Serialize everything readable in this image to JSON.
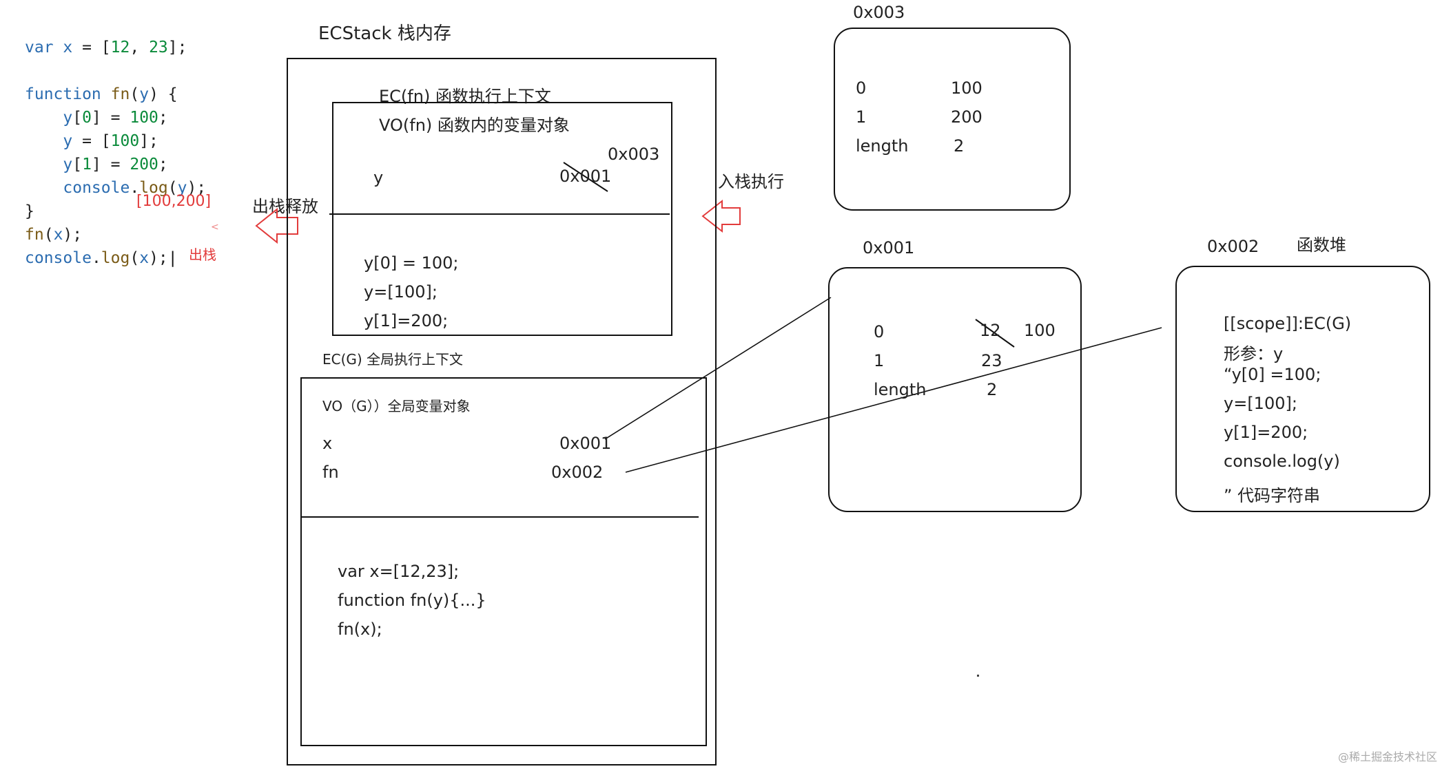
{
  "code": {
    "line1": {
      "kw": "var",
      "name": "x",
      "eq": " = [",
      "n1": "12",
      "sep": ", ",
      "n2": "23",
      "end": "];"
    },
    "line2": {
      "kw": "function",
      "name": "fn",
      "open": "(",
      "param": "y",
      "close": ") {"
    },
    "line3": {
      "obj": "y",
      "rest": "[",
      "idx": "0",
      "mid": "] = ",
      "val": "100",
      "end": ";"
    },
    "line4": {
      "obj": "y",
      "mid": " = [",
      "val": "100",
      "end": "];"
    },
    "line5": {
      "obj": "y",
      "rest": "[",
      "idx": "1",
      "mid": "] = ",
      "val": "200",
      "end": ";"
    },
    "line6": {
      "obj": "console",
      "dot": ".",
      "method": "log",
      "open": "(",
      "arg": "y",
      "close": ");"
    },
    "line6_note": "[100,200]",
    "line7": "}",
    "line8": {
      "name": "fn",
      "open": "(",
      "arg": "x",
      "close": ");"
    },
    "line9": {
      "obj": "console",
      "dot": ".",
      "method": "log",
      "open": "(",
      "arg": "x",
      "close": ");"
    },
    "line9_note": "出栈"
  },
  "arrows": {
    "left_label": "出栈释放",
    "right_label": "入栈执行"
  },
  "stack": {
    "title": "ECStack  栈内存",
    "ec_fn": {
      "title": "EC(fn) 函数执行上下文",
      "vo_title": "VO(fn) 函数内的变量对象",
      "var_name": "y",
      "old_addr": "0x001",
      "new_addr": "0x003",
      "code": [
        "y[0] = 100;",
        "y=[100];",
        "y[1]=200;"
      ]
    },
    "ec_g": {
      "title": "EC(G) 全局执行上下文",
      "vo_title": "VO（G））全局变量对象",
      "vars": [
        {
          "name": "x",
          "addr": "0x001"
        },
        {
          "name": "fn",
          "addr": "0x002"
        }
      ],
      "code": [
        "var x=[12,23];",
        "function fn(y){...}",
        "fn(x);"
      ]
    }
  },
  "heap": {
    "h003": {
      "label": "0x003",
      "rows": [
        {
          "k": "0",
          "v": "100"
        },
        {
          "k": "1",
          "v": "200"
        },
        {
          "k": "length",
          "v": "2"
        }
      ]
    },
    "h001": {
      "label": "0x001",
      "rows": [
        {
          "k": "0",
          "old": "12",
          "v": "100"
        },
        {
          "k": "1",
          "v": "23"
        },
        {
          "k": "length",
          "v": "2"
        }
      ]
    },
    "h002": {
      "label": "0x002",
      "title": "函数堆",
      "lines": [
        "[[scope]]:EC(G)",
        "形参：y",
        "“y[0] =100;",
        "y=[100];",
        "y[1]=200;",
        "console.log(y)",
        "”   代码字符串"
      ]
    }
  },
  "watermark": "@稀土掘金技术社区",
  "colors": {
    "arrow": "#e23b3b",
    "line": "#111111",
    "code_kw": "#2b6cb0",
    "code_num": "#0a8a3a"
  }
}
